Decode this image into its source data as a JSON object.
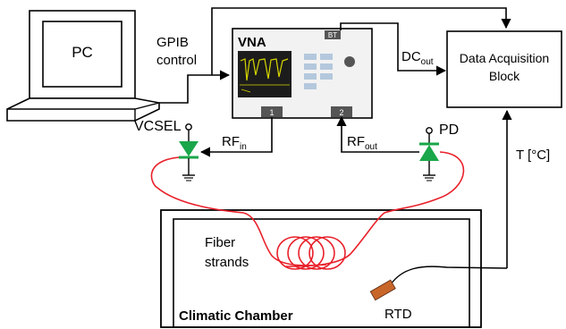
{
  "labels": {
    "pc": "PC",
    "gpib_line1": "GPIB",
    "gpib_line2": "control",
    "vna": "VNA",
    "bt_port": "BT",
    "port1": "1",
    "port2": "2",
    "dc_main": "DC",
    "dc_sub": "out",
    "daq_line1": "Data Acquisition",
    "daq_line2": "Block",
    "temp": "T [°C]",
    "vcsel": "VCSEL",
    "pd": "PD",
    "rfin_main": "RF",
    "rfin_sub": "in",
    "rfout_main": "RF",
    "rfout_sub": "out",
    "fiber_line1": "Fiber",
    "fiber_line2": "strands",
    "rtd": "RTD",
    "chamber": "Climatic Chamber"
  },
  "colors": {
    "fiber": "#e8202a",
    "diode": "#1aa64a",
    "rtd": "#c8662a",
    "vna_screen": "#1c1c1c",
    "vna_trace": "#d6d600",
    "vna_body": "#f2f2f2",
    "port": "#555555",
    "wire": "#000000"
  }
}
